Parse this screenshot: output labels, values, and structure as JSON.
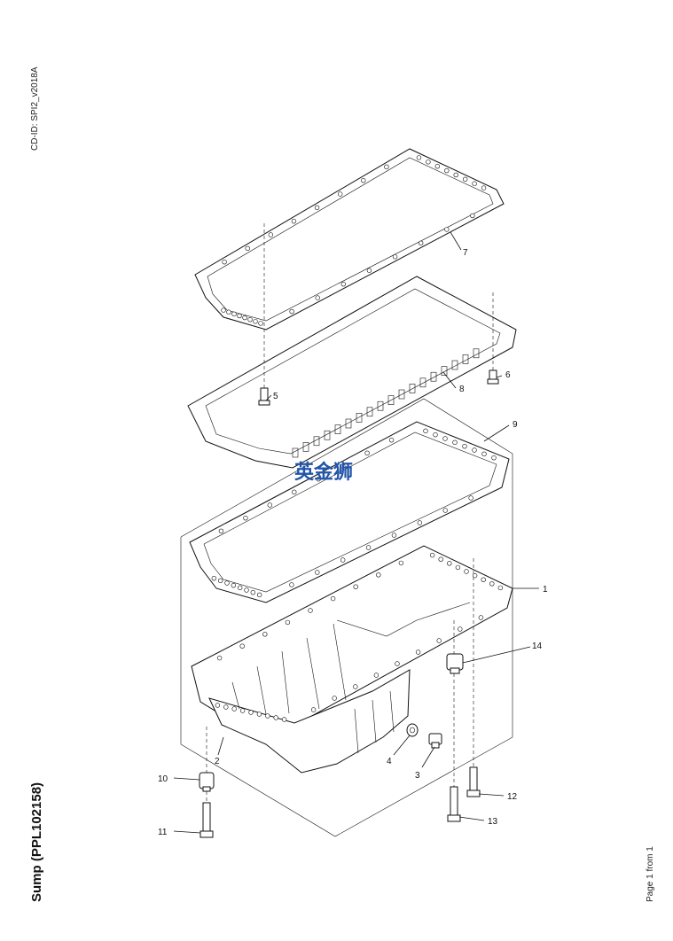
{
  "header": {
    "doc_id": "CD-ID: SPI2_v2018A"
  },
  "footer": {
    "title": "Sump (PPL102158)",
    "page_info": "Page 1 from 1"
  },
  "watermark": {
    "text": "英金狮",
    "color": "#2255aa"
  },
  "callouts": {
    "c1": "1",
    "c2": "2",
    "c3": "3",
    "c4": "4",
    "c5": "5",
    "c6": "6",
    "c7": "7",
    "c8": "8",
    "c9": "9",
    "c10": "10",
    "c11": "11",
    "c12": "12",
    "c13": "13",
    "c14": "14"
  }
}
